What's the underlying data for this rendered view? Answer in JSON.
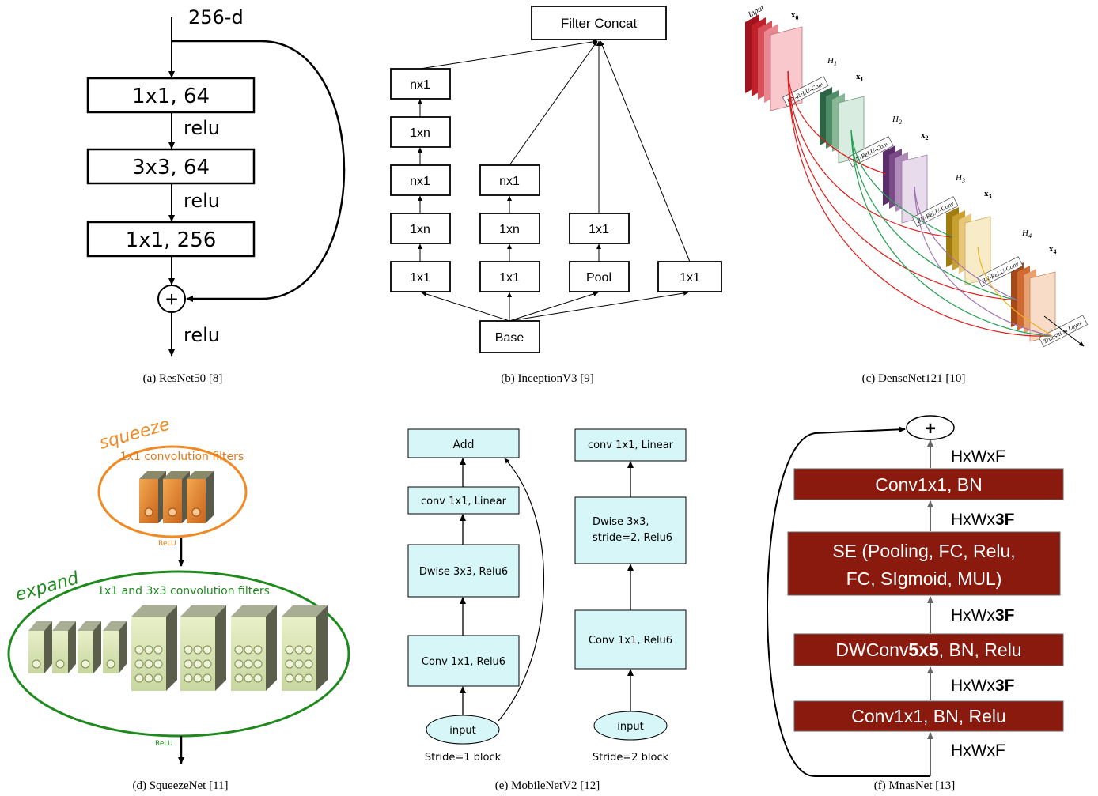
{
  "resnet": {
    "input_label": "256-d",
    "layer1": "1x1, 64",
    "layer2": "3x3, 64",
    "layer3": "1x1, 256",
    "relu1": "relu",
    "relu2": "relu",
    "relu3": "relu",
    "add_symbol": "+",
    "caption": "(a) ResNet50 [8]"
  },
  "inception": {
    "concat": "Filter Concat",
    "col1": [
      "nx1",
      "1xn",
      "nx1",
      "1xn",
      "1x1"
    ],
    "col2": [
      "nx1",
      "1xn",
      "1x1"
    ],
    "col3": [
      "1x1",
      "Pool"
    ],
    "col4": [
      "1x1"
    ],
    "base": "Base",
    "caption": "(b) InceptionV3 [9]"
  },
  "densenet": {
    "input": "Input",
    "x0": "x",
    "x0_sub": "0",
    "x1": "x",
    "x1_sub": "1",
    "x2": "x",
    "x2_sub": "2",
    "x3": "x",
    "x3_sub": "3",
    "x4": "x",
    "x4_sub": "4",
    "h1": "H",
    "h1_sub": "1",
    "h2": "H",
    "h2_sub": "2",
    "h3": "H",
    "h3_sub": "3",
    "h4": "H",
    "h4_sub": "4",
    "bn": "BN-ReLU-Conv",
    "transition": "Transition Layer",
    "caption": "(c) DenseNet121 [10]",
    "colors": {
      "input": "#c0202a",
      "block1": "#3c7a55",
      "block2": "#7a4a86",
      "block3": "#c8a030",
      "block4": "#d06a30"
    }
  },
  "squeezenet": {
    "squeeze": "squeeze",
    "squeeze_filters": "1x1 convolution filters",
    "relu1": "ReLU",
    "expand": "expand",
    "expand_filters": "1x1 and 3x3 convolution filters",
    "relu2": "ReLU",
    "caption": "(d) SqueezeNet [11]",
    "colors": {
      "squeeze": "#f08a24",
      "expand": "#1e8a1e"
    }
  },
  "mobilenet": {
    "s1_add": "Add",
    "s1_conv_linear": "conv 1x1, Linear",
    "s1_dwise": "Dwise 3x3, Relu6",
    "s1_conv_relu": "Conv 1x1, Relu6",
    "s1_input": "input",
    "s1_label": "Stride=1 block",
    "s2_conv_linear": "conv 1x1, Linear",
    "s2_dwise_line1": "Dwise 3x3,",
    "s2_dwise_line2": "stride=2, Relu6",
    "s2_conv_relu": "Conv 1x1, Relu6",
    "s2_input": "input",
    "s2_label": "Stride=2 block",
    "caption": "(e) MobileNetV2 [12]",
    "colors": {
      "box": "#d6f6f8"
    }
  },
  "mnasnet": {
    "add_symbol": "+",
    "dim_top": "HxWxF",
    "box1": "Conv1x1, BN",
    "dim2_a": "HxWx",
    "dim2_b": "3F",
    "box2_line1": "SE (Pooling, FC, Relu,",
    "box2_line2": "FC, SIgmoid, MUL)",
    "dim3_a": "HxWx",
    "dim3_b": "3F",
    "box3_a": "DWConv",
    "box3_b": "5x5",
    "box3_c": ", BN, Relu",
    "dim4_a": "HxWx",
    "dim4_b": "3F",
    "box4": "Conv1x1, BN, Relu",
    "dim_bottom": "HxWxF",
    "caption": "(f) MnasNet [13]",
    "colors": {
      "box": "#8b1a0e"
    }
  }
}
